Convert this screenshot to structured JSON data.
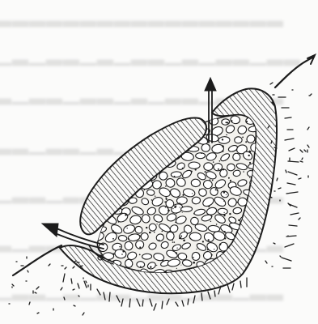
{
  "figure": {
    "kind": "engraving",
    "subject": "hillside pit lined with clay, filled with stones, two vent pipes",
    "colors": {
      "ink": "#1c1c1c",
      "paper": "#fbfbfa",
      "show_through": "#333333"
    },
    "components": [
      {
        "name": "clay-lining",
        "pattern": "diagonal-hatch"
      },
      {
        "name": "stone-fill",
        "pattern": "cobblestones-with-dots"
      },
      {
        "name": "clay-cap",
        "pattern": "diagonal-hatch"
      },
      {
        "name": "top-vent-pipe",
        "marker": "arrow-up"
      },
      {
        "name": "side-vent-pipe",
        "marker": "arrow-left"
      },
      {
        "name": "hillside-ground",
        "pattern": "earth-stipple"
      }
    ]
  }
}
